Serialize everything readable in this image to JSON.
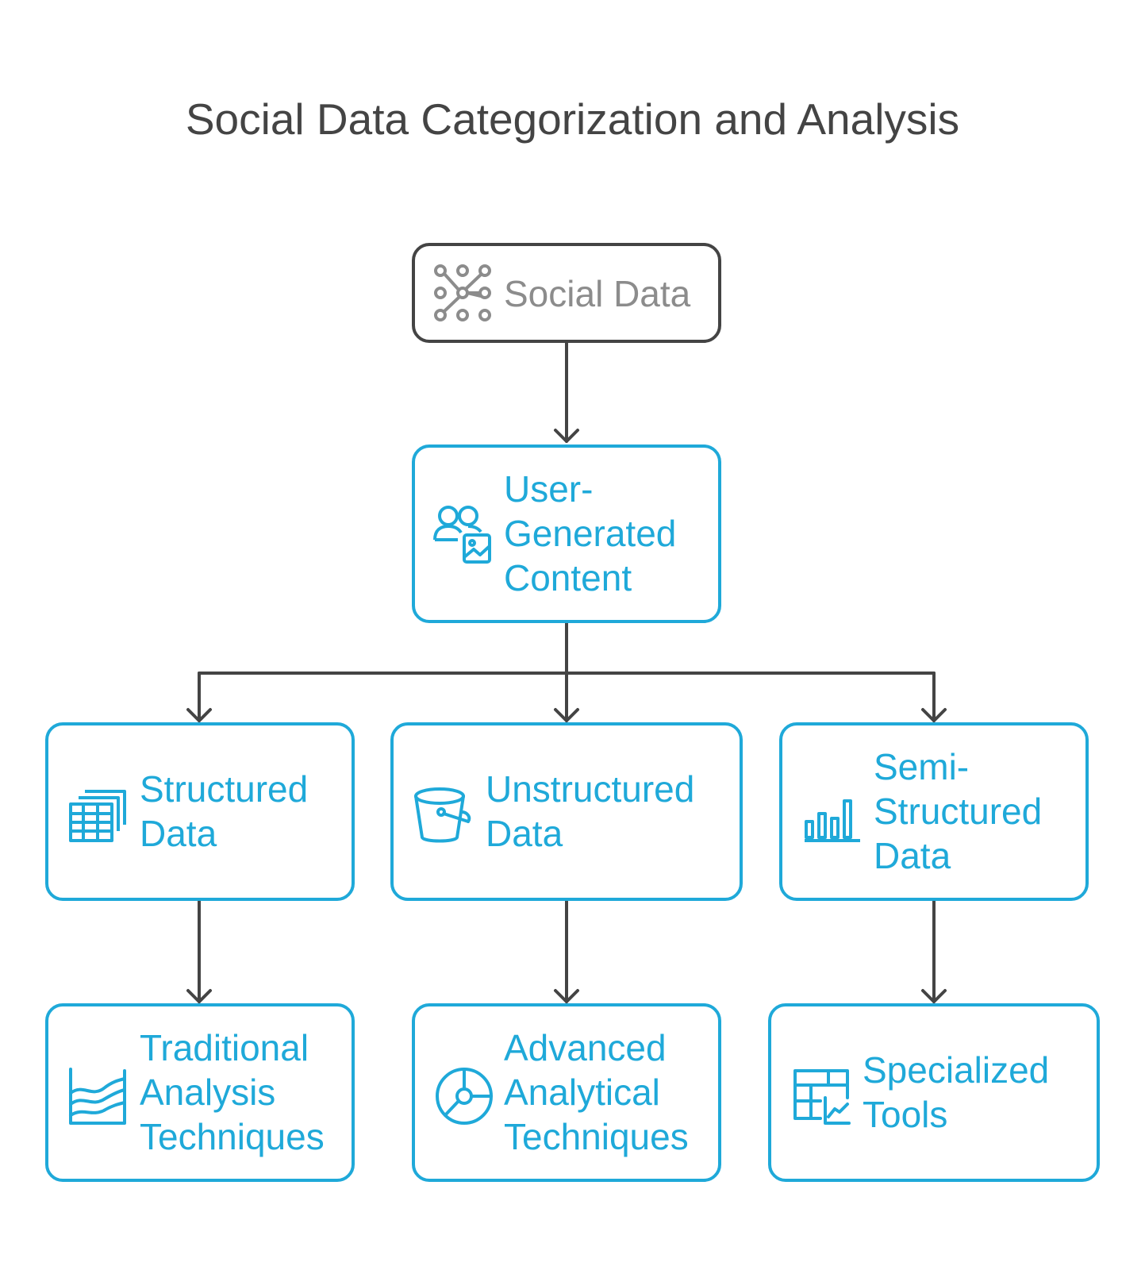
{
  "title": "Social Data Categorization and Analysis",
  "colors": {
    "accent": "#1fa9d9",
    "root_border": "#444444",
    "root_text": "#8c8c8c",
    "connector": "#444444",
    "title": "#444444"
  },
  "nodes": {
    "social_data": {
      "label": "Social Data",
      "icon": "network-icon"
    },
    "user_generated": {
      "label": "User-\nGenerated\nContent",
      "icon": "users-image-icon"
    },
    "structured": {
      "label": "Structured\nData",
      "icon": "table-stack-icon"
    },
    "unstructured": {
      "label": "Unstructured\nData",
      "icon": "bucket-icon"
    },
    "semi_structured": {
      "label": "Semi-\nStructured\nData",
      "icon": "bar-chart-icon"
    },
    "traditional": {
      "label": "Traditional\nAnalysis\nTechniques",
      "icon": "area-chart-icon"
    },
    "advanced": {
      "label": "Advanced\nAnalytical\nTechniques",
      "icon": "pie-chart-icon"
    },
    "specialized": {
      "label": "Specialized\nTools",
      "icon": "table-chart-icon"
    }
  }
}
